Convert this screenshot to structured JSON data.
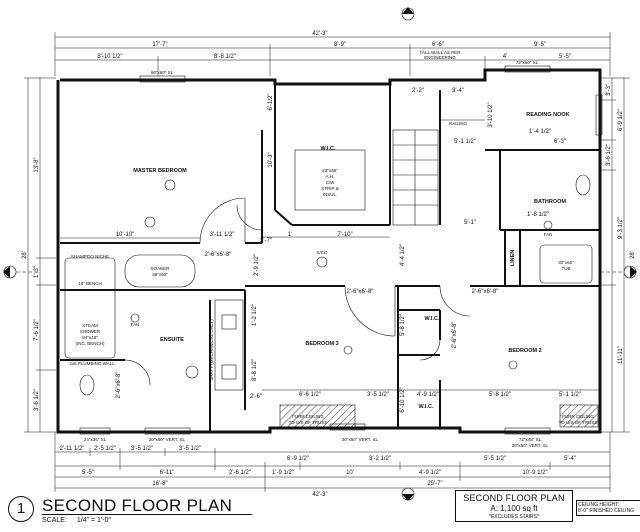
{
  "title": "SECOND FLOOR PLAN",
  "scale_prefix": "SCALE:",
  "scale": "1/4\" = 1'-0\"",
  "view_number": "1",
  "title_block": {
    "title": "SECOND FLOOR PLAN",
    "area": "A: 1,100 sq ft",
    "note": "*EXCLUDES STAIRS*"
  },
  "ceiling_note": {
    "line1": "CEILING HEIGHT:",
    "line2": "8'-0\" FINISHED CEILING"
  },
  "rooms": {
    "master_bedroom": "MASTER BEDROOM",
    "wic_master": "W.I.C.",
    "reading_nook": "READING NOOK",
    "bathroom": "BATHROOM",
    "ensuite": "ENSUITE",
    "bedroom3": "BEDROOM 3",
    "bedroom2": "BEDROOM 2",
    "wic_a": "W.I.C.",
    "wic_b": "W.I.C.",
    "linen": "LINEN"
  },
  "fixtures": {
    "shampoo_niche": "SHAMPOO NICHE",
    "bench": "18\" BENCH",
    "steam": "STEAM",
    "shower": "SHOWER",
    "shower_size": "84\"x48\"",
    "inc_bench": "(INC. BENCH)",
    "plumbing_wall": "2x6 PLUMBING WALL",
    "soaker": "SOAKER",
    "soaker_size": "36\"x66\"",
    "tub": "TUB",
    "tub_size": "30\"x60\"",
    "fan": "FAN",
    "sco": "S/CO",
    "railing": "RAILING",
    "tall_wall_1": "TALL WALL AS PER",
    "tall_wall_2": "ENGINEERING",
    "ah_1": "22\"x36\"",
    "ah_2": "A.H.",
    "ah_3": "C/W",
    "ah_4": "STRIP &",
    "ah_5": "INSUL.",
    "shaft": "SHAFT (MECHANICAL ONLY)",
    "furr_1": "FURR CEILING",
    "furr_2": "TO U/S OF TRUSS",
    "furr_3": "FURR CEILING",
    "furr_4": "TO U/S OF TRUSS",
    "win_top_1": "60\"x60\" SL",
    "win_top_2": "72\"x60\" SL",
    "win_bot_1": "24\"x36\" SL",
    "win_bot_2": "30\"x60\" VERT. SL",
    "win_bot_3": "30\"x60\" VERT. SL",
    "win_bot_4": "72\"x48\" SL",
    "win_bot_5": "30\"x60\" VERT. SL"
  },
  "dimensions": {
    "top_overall": "42'-3\"",
    "top_a": "17'-7\"",
    "top_b": "6'-6\"",
    "top_c": "8'-9\"",
    "top_d": "9'-5\"",
    "top_e": "8'-10 1/2\"",
    "top_f": "8'-8 1/2\"",
    "top_g": "4'",
    "top_h": "5'-5\"",
    "bot_overall": "42'-3\"",
    "bot_a": "16'-8\"",
    "bot_b": "25'-7\"",
    "bot_c": "5'-5\"",
    "bot_d": "6'-11\"",
    "bot_e": "2'-6 1/2\"",
    "bot_f": "1'-9 1/2\"",
    "bot_g": "10'",
    "bot_h": "4'-9 1/2\"",
    "bot_i": "10'-9 1/2\"",
    "bot_j": "5'-5 1/2\"",
    "bot_k": "5'-4\"",
    "bot_l": "2'-11 1/2\"",
    "bot_m": "2'-5 1/2\"",
    "bot_n": "3'-5 1/2\"",
    "bot_o": "3'-5 1/2\"",
    "left_overall": "28'",
    "left_a": "13'-8\"",
    "left_b": "1'-3\"",
    "left_c": "7'-6 1/2\"",
    "left_d": "3'-6 1/2\"",
    "right_overall": "28'",
    "right_a": "3'-3\"",
    "right_b": "6'-9 1/2\"",
    "right_c": "3'-6 1/2\"",
    "right_d": "9'-3 1/2\"",
    "right_e": "11'-11\"",
    "d1": "10'-10\"",
    "d2": "3'-11 1/2\"",
    "d3": "7'-10\"",
    "d4": "6'-6 1/2\"",
    "d5": "5'-8 1/2\"",
    "d6": "4'-9 1/2\"",
    "d7": "5'-1 1/2\"",
    "d8": "3'-5 1/2\"",
    "d9": "6'-9 1/2\"",
    "d10": "3'-2 1/2\"",
    "d11": "1'-8 1/2\"",
    "d12": "6'-3\"",
    "d13": "5'-1\"",
    "d14": "1'-4 1/2\"",
    "d15": "5'-1 1/2\"",
    "d16": "3'-4\"",
    "d17": "2'-2\"",
    "d18": "3'-10 1/2\"",
    "d19": "10'-3\"",
    "d20": "6'-1/2\"",
    "d21": "2'-6\"x6'-8\"",
    "d22": "2'-6\"x6'-8\"",
    "d23": "2'-6\"x6'-8\"",
    "d24": "2'-6\"x6'-8\"",
    "d25": "2'-6\"x6'-8\"",
    "d26": "2'-9 1/2\"",
    "d27": "4'-4 1/2\"",
    "d28": "1'-2 1/2\"",
    "d29": "8'-8 1/2\"",
    "d30": "5'-8 1/2\"",
    "d31": "6'-10 1/2\"",
    "d32": "2'-6\"",
    "d33": "1'",
    "d34": "2'-7\""
  }
}
